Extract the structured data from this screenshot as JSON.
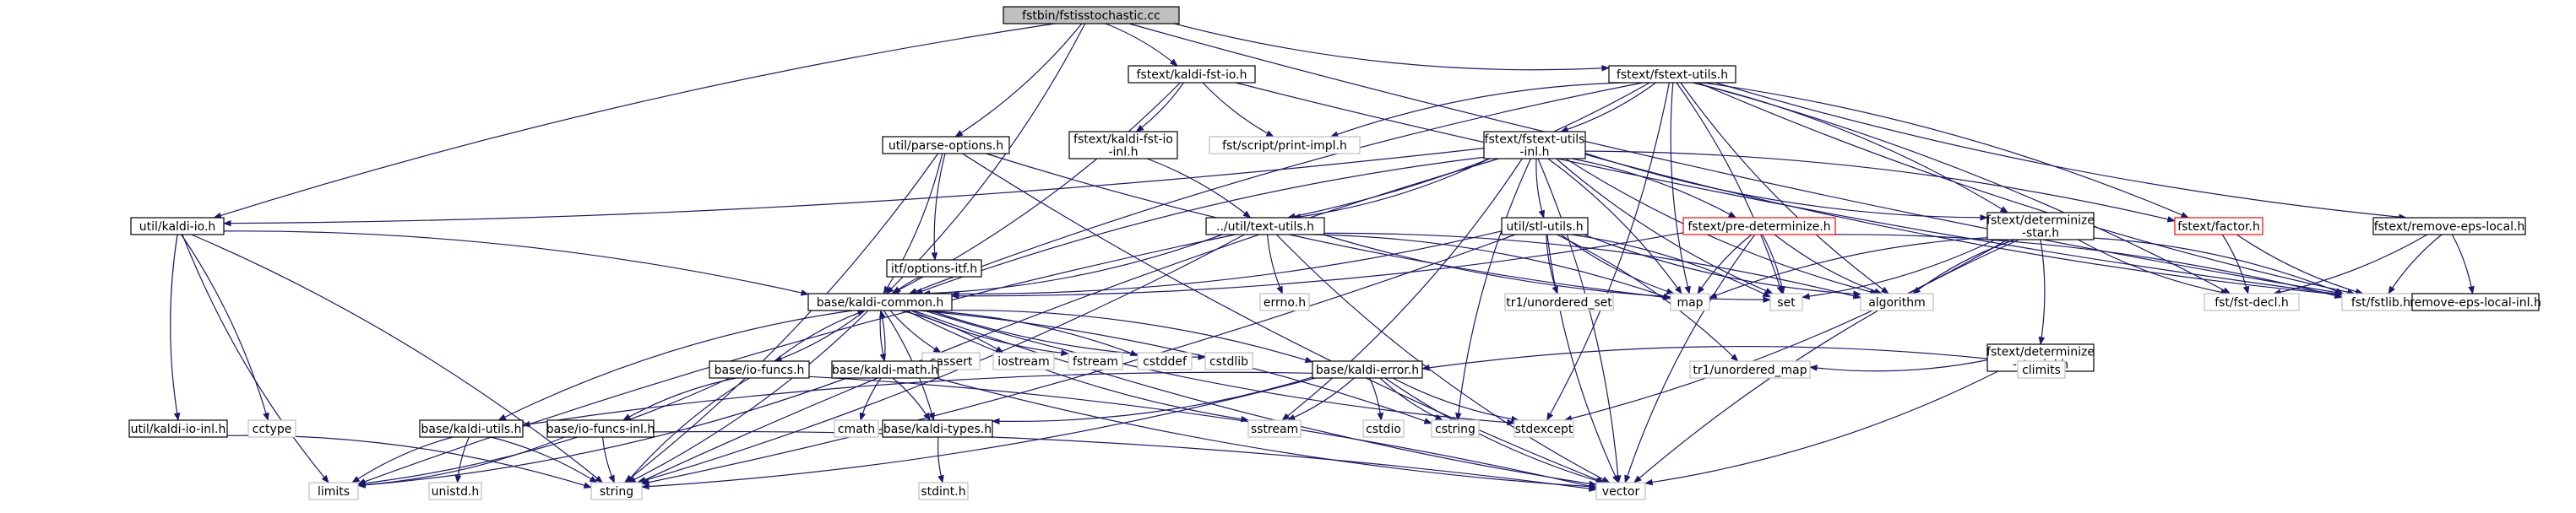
{
  "graph": {
    "nodes": [
      {
        "id": "root",
        "lines": [
          "fstbin/fstisstochastic.cc"
        ],
        "style": "root"
      },
      {
        "id": "kfio",
        "lines": [
          "fstext/kaldi-fst-io.h"
        ],
        "style": "normal"
      },
      {
        "id": "feu",
        "lines": [
          "fstext/fstext-utils.h"
        ],
        "style": "normal"
      },
      {
        "id": "po",
        "lines": [
          "util/parse-options.h"
        ],
        "style": "normal"
      },
      {
        "id": "kfioinl",
        "lines": [
          "fstext/kaldi-fst-io",
          "-inl.h"
        ],
        "style": "normal"
      },
      {
        "id": "printimpl",
        "lines": [
          "fst/script/print-impl.h"
        ],
        "style": "gray"
      },
      {
        "id": "feuinl",
        "lines": [
          "fstext/fstext-utils",
          "-inl.h"
        ],
        "style": "normal"
      },
      {
        "id": "kio",
        "lines": [
          "util/kaldi-io.h"
        ],
        "style": "normal"
      },
      {
        "id": "itf",
        "lines": [
          "itf/options-itf.h"
        ],
        "style": "normal"
      },
      {
        "id": "tu",
        "lines": [
          "../util/text-utils.h"
        ],
        "style": "normal"
      },
      {
        "id": "su",
        "lines": [
          "util/stl-utils.h"
        ],
        "style": "normal"
      },
      {
        "id": "pd",
        "lines": [
          "fstext/pre-determinize.h"
        ],
        "style": "red"
      },
      {
        "id": "ds",
        "lines": [
          "fstext/determinize",
          "-star.h"
        ],
        "style": "normal"
      },
      {
        "id": "fac",
        "lines": [
          "fstext/factor.h"
        ],
        "style": "red"
      },
      {
        "id": "rel",
        "lines": [
          "fstext/remove-eps-local.h"
        ],
        "style": "normal"
      },
      {
        "id": "kc",
        "lines": [
          "base/kaldi-common.h"
        ],
        "style": "normal"
      },
      {
        "id": "errno",
        "lines": [
          "errno.h"
        ],
        "style": "gray"
      },
      {
        "id": "tr1us",
        "lines": [
          "tr1/unordered_set"
        ],
        "style": "gray"
      },
      {
        "id": "map",
        "lines": [
          "map"
        ],
        "style": "gray"
      },
      {
        "id": "set",
        "lines": [
          "set"
        ],
        "style": "gray"
      },
      {
        "id": "algo",
        "lines": [
          "algorithm"
        ],
        "style": "gray"
      },
      {
        "id": "dsinl",
        "lines": [
          "fstext/determinize",
          "-star-inl.h"
        ],
        "style": "normal"
      },
      {
        "id": "fstdecl",
        "lines": [
          "fst/fst-decl.h"
        ],
        "style": "gray"
      },
      {
        "id": "fstlib",
        "lines": [
          "fst/fstlib.h"
        ],
        "style": "gray"
      },
      {
        "id": "relinl",
        "lines": [
          "remove-eps-local-inl.h"
        ],
        "style": "normal"
      },
      {
        "id": "cassert",
        "lines": [
          "cassert"
        ],
        "style": "gray"
      },
      {
        "id": "iostream",
        "lines": [
          "iostream"
        ],
        "style": "gray"
      },
      {
        "id": "fstream",
        "lines": [
          "fstream"
        ],
        "style": "gray"
      },
      {
        "id": "cstddef",
        "lines": [
          "cstddef"
        ],
        "style": "gray"
      },
      {
        "id": "cstdlib",
        "lines": [
          "cstdlib"
        ],
        "style": "gray"
      },
      {
        "id": "iof",
        "lines": [
          "base/io-funcs.h"
        ],
        "style": "normal"
      },
      {
        "id": "km",
        "lines": [
          "base/kaldi-math.h"
        ],
        "style": "normal"
      },
      {
        "id": "ke",
        "lines": [
          "base/kaldi-error.h"
        ],
        "style": "normal"
      },
      {
        "id": "tr1um",
        "lines": [
          "tr1/unordered_map"
        ],
        "style": "gray"
      },
      {
        "id": "climits",
        "lines": [
          "climits"
        ],
        "style": "gray"
      },
      {
        "id": "kioinl",
        "lines": [
          "util/kaldi-io-inl.h"
        ],
        "style": "normal"
      },
      {
        "id": "cctype",
        "lines": [
          "cctype"
        ],
        "style": "gray"
      },
      {
        "id": "ku",
        "lines": [
          "base/kaldi-utils.h"
        ],
        "style": "normal"
      },
      {
        "id": "iofinl",
        "lines": [
          "base/io-funcs-inl.h"
        ],
        "style": "normal"
      },
      {
        "id": "cmath",
        "lines": [
          "cmath"
        ],
        "style": "gray"
      },
      {
        "id": "kt",
        "lines": [
          "base/kaldi-types.h"
        ],
        "style": "normal"
      },
      {
        "id": "sstream",
        "lines": [
          "sstream"
        ],
        "style": "gray"
      },
      {
        "id": "cstdio",
        "lines": [
          "cstdio"
        ],
        "style": "gray"
      },
      {
        "id": "cstring",
        "lines": [
          "cstring"
        ],
        "style": "gray"
      },
      {
        "id": "stdexcept",
        "lines": [
          "stdexcept"
        ],
        "style": "gray"
      },
      {
        "id": "limits",
        "lines": [
          "limits"
        ],
        "style": "gray"
      },
      {
        "id": "unistd",
        "lines": [
          "unistd.h"
        ],
        "style": "gray"
      },
      {
        "id": "string",
        "lines": [
          "string"
        ],
        "style": "gray"
      },
      {
        "id": "stdint",
        "lines": [
          "stdint.h"
        ],
        "style": "gray"
      },
      {
        "id": "vector",
        "lines": [
          "vector"
        ],
        "style": "gray"
      }
    ],
    "edges": [
      [
        "root",
        "kfio"
      ],
      [
        "root",
        "feu"
      ],
      [
        "root",
        "po"
      ],
      [
        "root",
        "kio"
      ],
      [
        "root",
        "kc"
      ],
      [
        "root",
        "fstlib"
      ],
      [
        "kfio",
        "kfioinl"
      ],
      [
        "kfio",
        "printimpl"
      ],
      [
        "kfio",
        "kc"
      ],
      [
        "kfio",
        "fstlib"
      ],
      [
        "feu",
        "feuinl"
      ],
      [
        "feu",
        "printimpl"
      ],
      [
        "feu",
        "ds"
      ],
      [
        "feu",
        "rel"
      ],
      [
        "feu",
        "fac"
      ],
      [
        "feu",
        "fstlib"
      ],
      [
        "feu",
        "fstdecl"
      ],
      [
        "feu",
        "map"
      ],
      [
        "feu",
        "set"
      ],
      [
        "feu",
        "algo"
      ],
      [
        "feu",
        "tu"
      ],
      [
        "feu",
        "kc"
      ],
      [
        "feu",
        "stdexcept"
      ],
      [
        "po",
        "itf"
      ],
      [
        "po",
        "kc"
      ],
      [
        "po",
        "map"
      ],
      [
        "po",
        "string"
      ],
      [
        "po",
        "vector"
      ],
      [
        "kfioinl",
        "tu"
      ],
      [
        "feuinl",
        "kc"
      ],
      [
        "feuinl",
        "kio"
      ],
      [
        "feuinl",
        "su"
      ],
      [
        "feuinl",
        "pd"
      ],
      [
        "feuinl",
        "ds"
      ],
      [
        "feuinl",
        "fac"
      ],
      [
        "feuinl",
        "algo"
      ],
      [
        "feuinl",
        "map"
      ],
      [
        "feuinl",
        "set"
      ],
      [
        "feuinl",
        "tu"
      ],
      [
        "feuinl",
        "cstring"
      ],
      [
        "feuinl",
        "sstream"
      ],
      [
        "feuinl",
        "string"
      ],
      [
        "feuinl",
        "vector"
      ],
      [
        "feuinl",
        "fstlib"
      ],
      [
        "kio",
        "kc"
      ],
      [
        "kio",
        "kioinl"
      ],
      [
        "kio",
        "cctype"
      ],
      [
        "kio",
        "limits"
      ],
      [
        "kio",
        "string"
      ],
      [
        "itf",
        "kc"
      ],
      [
        "tu",
        "kc"
      ],
      [
        "tu",
        "errno"
      ],
      [
        "tu",
        "map"
      ],
      [
        "tu",
        "set"
      ],
      [
        "tu",
        "algo"
      ],
      [
        "tu",
        "limits"
      ],
      [
        "tu",
        "string"
      ],
      [
        "tu",
        "vector"
      ],
      [
        "su",
        "kc"
      ],
      [
        "su",
        "tr1us"
      ],
      [
        "su",
        "tr1um"
      ],
      [
        "su",
        "map"
      ],
      [
        "su",
        "set"
      ],
      [
        "su",
        "algo"
      ],
      [
        "su",
        "string"
      ],
      [
        "su",
        "vector"
      ],
      [
        "pd",
        "kc"
      ],
      [
        "pd",
        "map"
      ],
      [
        "pd",
        "set"
      ],
      [
        "pd",
        "algo"
      ],
      [
        "pd",
        "fstlib"
      ],
      [
        "pd",
        "vector"
      ],
      [
        "ds",
        "dsinl"
      ],
      [
        "ds",
        "fstdecl"
      ],
      [
        "ds",
        "fstlib"
      ],
      [
        "ds",
        "map"
      ],
      [
        "ds",
        "set"
      ],
      [
        "ds",
        "algo"
      ],
      [
        "ds",
        "stdexcept"
      ],
      [
        "ds",
        "vector"
      ],
      [
        "fac",
        "fstdecl"
      ],
      [
        "fac",
        "fstlib"
      ],
      [
        "rel",
        "fstdecl"
      ],
      [
        "rel",
        "fstlib"
      ],
      [
        "rel",
        "relinl"
      ],
      [
        "dsinl",
        "ke"
      ],
      [
        "dsinl",
        "tr1um"
      ],
      [
        "dsinl",
        "climits"
      ],
      [
        "dsinl",
        "vector"
      ],
      [
        "kc",
        "cassert"
      ],
      [
        "kc",
        "iostream"
      ],
      [
        "kc",
        "fstream"
      ],
      [
        "kc",
        "cstddef"
      ],
      [
        "kc",
        "cstdlib"
      ],
      [
        "kc",
        "iof"
      ],
      [
        "kc",
        "km"
      ],
      [
        "kc",
        "ke"
      ],
      [
        "kc",
        "ku"
      ],
      [
        "kc",
        "kt"
      ],
      [
        "kc",
        "sstream"
      ],
      [
        "kc",
        "cstring"
      ],
      [
        "kc",
        "stdexcept"
      ],
      [
        "kc",
        "string"
      ],
      [
        "kc",
        "vector"
      ],
      [
        "iof",
        "kc"
      ],
      [
        "iof",
        "iofinl"
      ],
      [
        "iof",
        "limits"
      ],
      [
        "iof",
        "string"
      ],
      [
        "iof",
        "vector"
      ],
      [
        "km",
        "kc"
      ],
      [
        "km",
        "kt"
      ],
      [
        "km",
        "cmath"
      ],
      [
        "km",
        "limits"
      ],
      [
        "km",
        "vector"
      ],
      [
        "ke",
        "kt"
      ],
      [
        "ke",
        "ku"
      ],
      [
        "ke",
        "cstdio"
      ],
      [
        "ke",
        "cstring"
      ],
      [
        "ke",
        "sstream"
      ],
      [
        "ke",
        "stdexcept"
      ],
      [
        "ke",
        "string"
      ],
      [
        "ke",
        "vector"
      ],
      [
        "kioinl",
        "string"
      ],
      [
        "ku",
        "limits"
      ],
      [
        "ku",
        "string"
      ],
      [
        "ku",
        "unistd"
      ],
      [
        "iofinl",
        "limits"
      ],
      [
        "iofinl",
        "string"
      ],
      [
        "iofinl",
        "vector"
      ],
      [
        "kt",
        "stdint"
      ]
    ]
  }
}
